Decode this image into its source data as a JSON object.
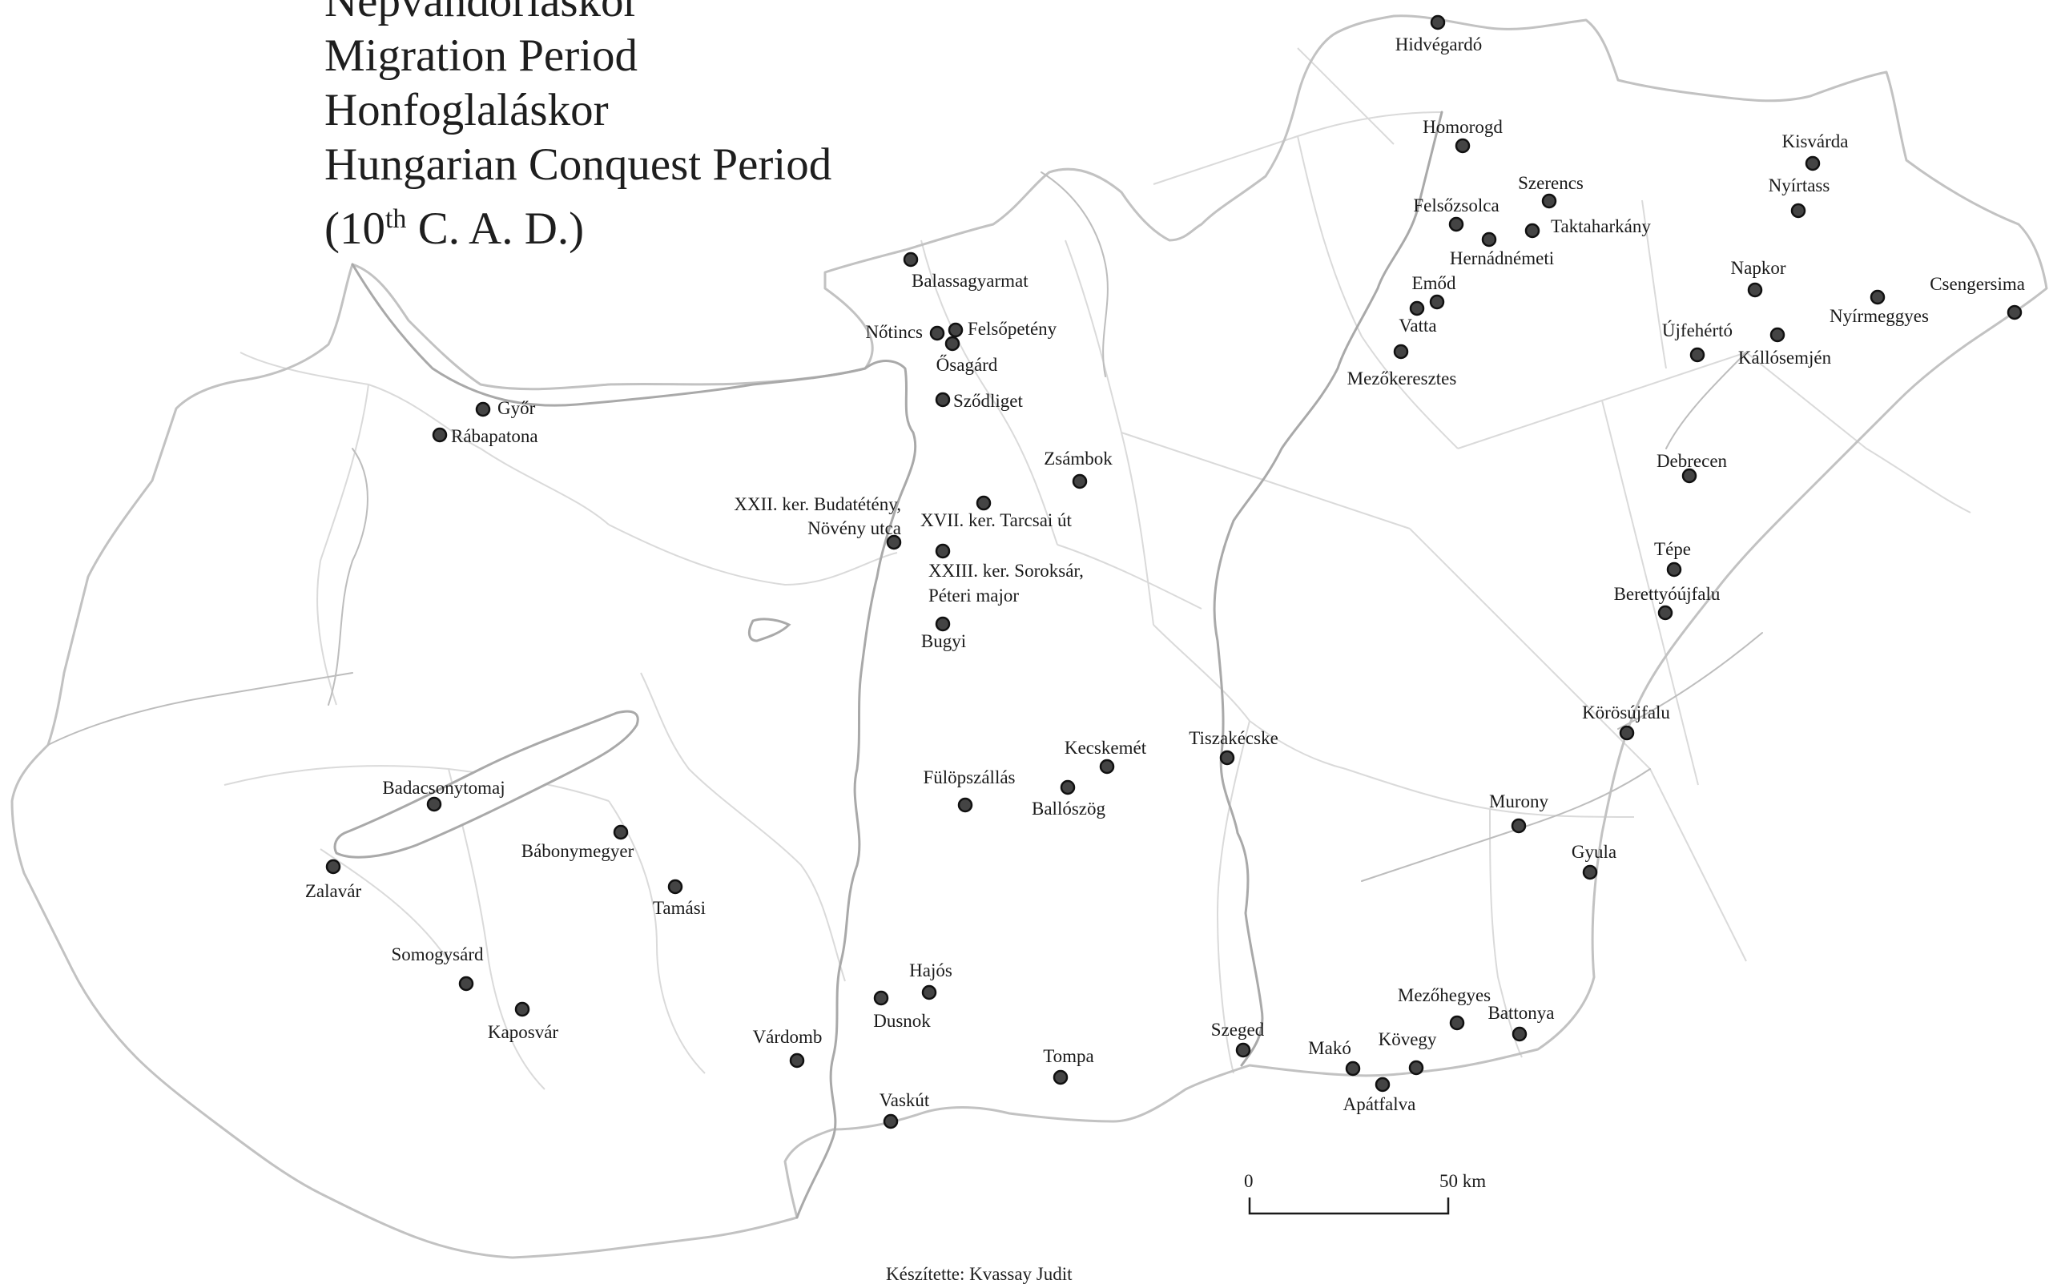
{
  "title_lines": [
    "Népvándorláskor",
    "Migration Period",
    "Honfoglaláskor",
    "Hungarian Conquest Period",
    "(10",
    "th",
    " C. A. D.)"
  ],
  "credit": "Készítette: Kvassay Judit",
  "scale_bar": {
    "zero_label": "0",
    "end_label": "50 km"
  },
  "colors": {
    "site_fill": "#444444",
    "border": "#c2c2c2",
    "river": "#a9a9a9"
  },
  "sites": [
    {
      "name": "Hidvégardó"
    },
    {
      "name": "Homorogd"
    },
    {
      "name": "Felsőzsolca"
    },
    {
      "name": "Szerencs"
    },
    {
      "name": "Taktaharkány"
    },
    {
      "name": "Hernádnémeti"
    },
    {
      "name": "Emőd"
    },
    {
      "name": "Vatta"
    },
    {
      "name": "Mezőkeresztes"
    },
    {
      "name": "Kisvárda"
    },
    {
      "name": "Nyírtass"
    },
    {
      "name": "Napkor"
    },
    {
      "name": "Csengersima"
    },
    {
      "name": "Nyírmeggyes"
    },
    {
      "name": "Újfehértó"
    },
    {
      "name": "Kállósemjén"
    },
    {
      "name": "Debrecen"
    },
    {
      "name": "Tépe"
    },
    {
      "name": "Berettyóújfalu"
    },
    {
      "name": "Körösújfalu"
    },
    {
      "name": "Murony"
    },
    {
      "name": "Gyula"
    },
    {
      "name": "Balassagyarmat"
    },
    {
      "name": "Nőtincs"
    },
    {
      "name": "Felsőpetény"
    },
    {
      "name": "Ősagárd"
    },
    {
      "name": "Sződliget"
    },
    {
      "name": "Győr"
    },
    {
      "name": "Rábapatona"
    },
    {
      "name": "Zsámbok"
    },
    {
      "name": "XXII. ker. Budatétény,"
    },
    {
      "name": "Növény utca"
    },
    {
      "name": "XVII. ker. Tarcsai út"
    },
    {
      "name": "XXIII. ker. Soroksár,"
    },
    {
      "name": "Péteri major"
    },
    {
      "name": "Bugyi"
    },
    {
      "name": "Kecskemét"
    },
    {
      "name": "Tiszakécske"
    },
    {
      "name": "Fülöpszállás"
    },
    {
      "name": "Ballószög"
    },
    {
      "name": "Badacsonytomaj"
    },
    {
      "name": "Bábonymegyer"
    },
    {
      "name": "Zalavár"
    },
    {
      "name": "Tamási"
    },
    {
      "name": "Somogysárd"
    },
    {
      "name": "Kaposvár"
    },
    {
      "name": "Hajós"
    },
    {
      "name": "Dusnok"
    },
    {
      "name": "Várdomb"
    },
    {
      "name": "Tompa"
    },
    {
      "name": "Vaskút"
    },
    {
      "name": "Mezőhegyes"
    },
    {
      "name": "Battonya"
    },
    {
      "name": "Szeged"
    },
    {
      "name": "Kövegy"
    },
    {
      "name": "Makó"
    },
    {
      "name": "Apátfalva"
    }
  ]
}
